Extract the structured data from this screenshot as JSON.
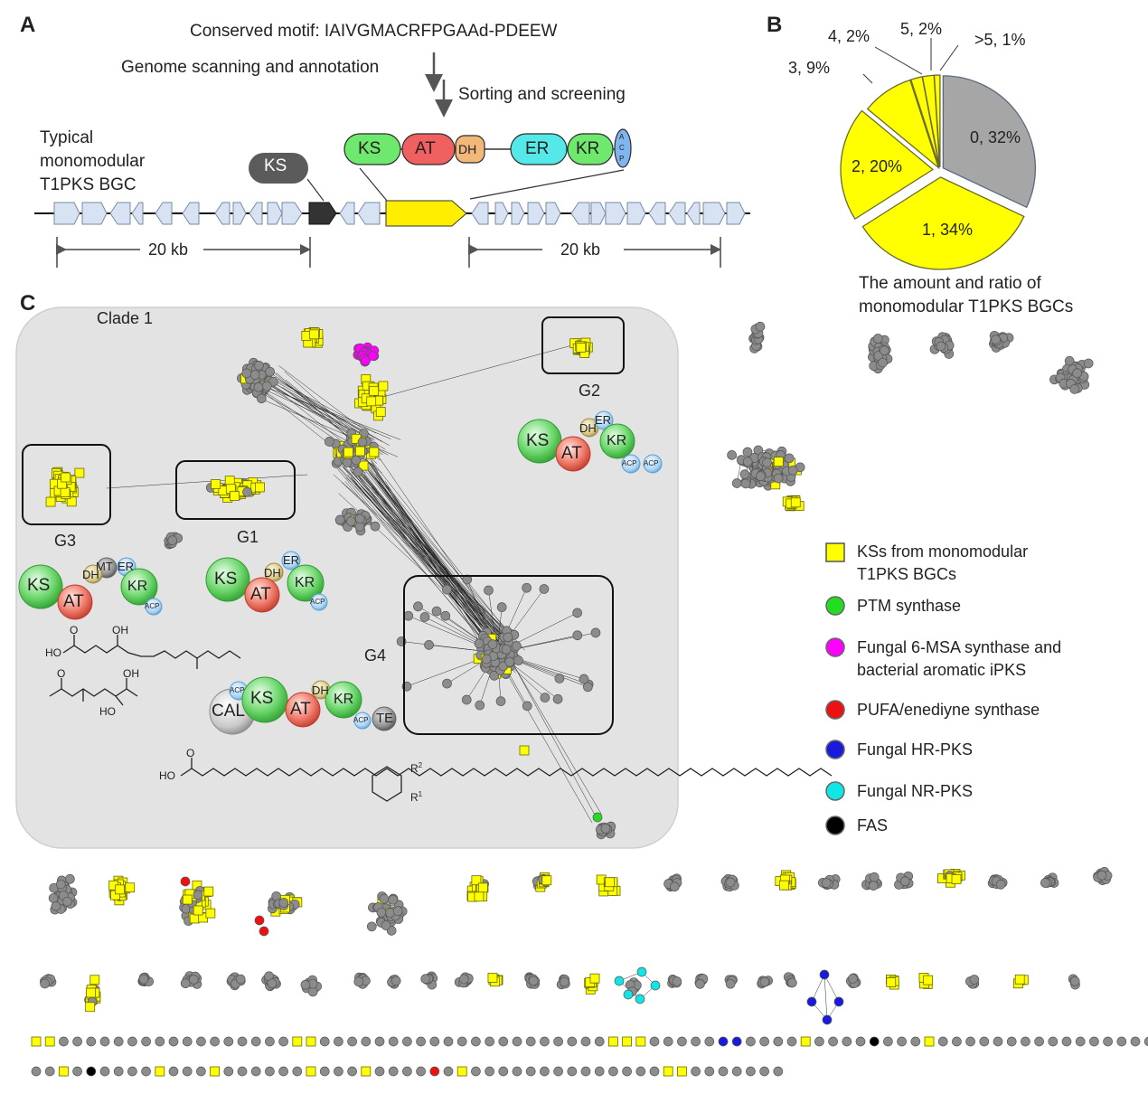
{
  "panels": {
    "a": "A",
    "b": "B",
    "c": "C"
  },
  "workflow": {
    "motif": "Conserved motif: IAIVGMACRFPGAAd-PDEEW",
    "step1": "Genome scanning and annotation",
    "step2": "Sorting and screening"
  },
  "bgc": {
    "label_lines": [
      "Typical",
      "monomodular",
      "T1PKS BGC"
    ],
    "ks_tag": "KS",
    "domains": [
      "KS",
      "AT",
      "DH",
      "ER",
      "KR",
      "A",
      "C",
      "P"
    ],
    "scale_left": "20 kb",
    "scale_right": "20 kb"
  },
  "pie": {
    "caption_lines": [
      "The amount and ratio of",
      "monomodular T1PKS BGCs"
    ],
    "slices": [
      {
        "label": "0, 32%",
        "value": 32,
        "color": "#a6a6a6"
      },
      {
        "label": "1, 34%",
        "value": 34,
        "color": "#ffff00"
      },
      {
        "label": "2, 20%",
        "value": 20,
        "color": "#ffff00"
      },
      {
        "label": "3, 9%",
        "value": 9,
        "color": "#ffff00"
      },
      {
        "label": "4, 2%",
        "value": 2,
        "color": "#ffff00"
      },
      {
        "label": "5, 2%",
        "value": 2,
        "color": "#ffff00"
      },
      {
        "label": ">5, 1%",
        "value": 1,
        "color": "#ffff00"
      }
    ]
  },
  "network": {
    "clade": "Clade 1",
    "groups": [
      "G1",
      "G2",
      "G3",
      "G4"
    ],
    "g1_domains": [
      "KS",
      "AT",
      "DH",
      "ER",
      "KR",
      "ACP"
    ],
    "g2_domains": [
      "KS",
      "AT",
      "DH",
      "ER",
      "KR",
      "ACP",
      "ACP"
    ],
    "g3_domains": [
      "KS",
      "AT",
      "DH",
      "MT",
      "ER",
      "KR",
      "ACP"
    ],
    "g4_domains": [
      "CAL",
      "ACP",
      "KS",
      "AT",
      "DH",
      "KR",
      "ACP",
      "TE"
    ],
    "chem": {
      "o": "O",
      "oh": "OH",
      "ho": "HO",
      "r1": "R",
      "r2": "R",
      "sup1": "1",
      "sup2": "2"
    }
  },
  "legend": [
    {
      "label_lines": [
        "KSs from monomodular",
        "T1PKS BGCs"
      ],
      "shape": "square",
      "color": "#ffff00"
    },
    {
      "label_lines": [
        "PTM synthase"
      ],
      "shape": "circle",
      "color": "#22dd22"
    },
    {
      "label_lines": [
        "Fungal 6-MSA synthase and",
        "bacterial aromatic iPKS"
      ],
      "shape": "circle",
      "color": "#ff00ff"
    },
    {
      "label_lines": [
        "PUFA/enediyne synthase"
      ],
      "shape": "circle",
      "color": "#ee1111"
    },
    {
      "label_lines": [
        "Fungal HR-PKS"
      ],
      "shape": "circle",
      "color": "#1a1adc"
    },
    {
      "label_lines": [
        "Fungal NR-PKS"
      ],
      "shape": "circle",
      "color": "#11e6e6"
    },
    {
      "label_lines": [
        "FAS"
      ],
      "shape": "circle",
      "color": "#000000"
    }
  ],
  "colors": {
    "ks": "#ffff00",
    "node": "#8c8c8c",
    "clade_bg": "#e3e3e3",
    "gene": "#d7e2f2"
  }
}
